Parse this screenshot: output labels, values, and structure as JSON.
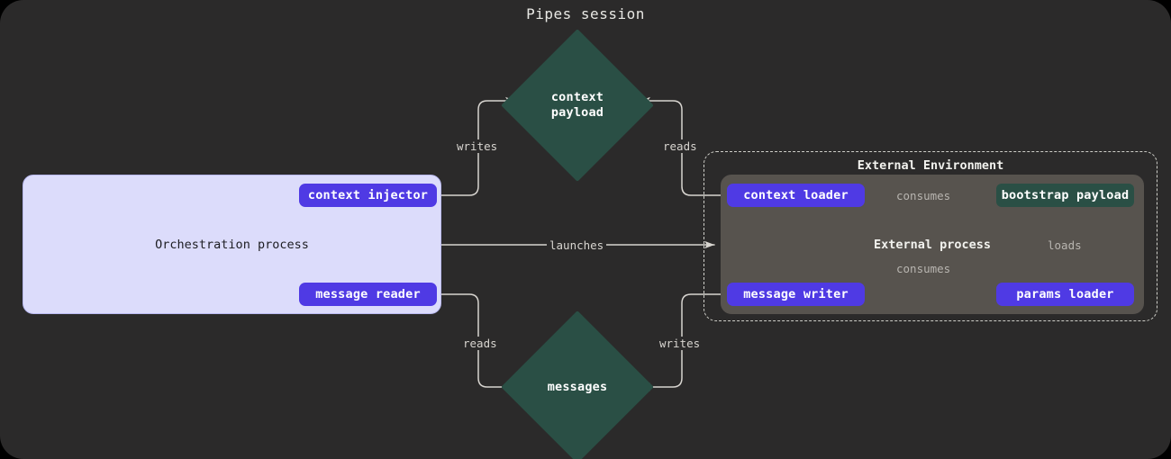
{
  "title": "Pipes session",
  "colors": {
    "page_background": "#2b2a2a",
    "orchestration_fill": "#dcdcfb",
    "external_process_fill": "#57534e",
    "node_purple": "#4f3ae4",
    "node_teal": "#2a4f45",
    "edge_stroke": "#d8d5d0",
    "edge_label": "#b8b5b0"
  },
  "clusters": {
    "orchestration": {
      "label": "Orchestration process"
    },
    "external_environment": {
      "label": "External Environment"
    },
    "external_process": {
      "label": "External process"
    }
  },
  "nodes": {
    "context_injector": {
      "label": "context injector",
      "shape": "pill"
    },
    "message_reader": {
      "label": "message reader",
      "shape": "pill"
    },
    "context_loader": {
      "label": "context loader",
      "shape": "pill"
    },
    "message_writer": {
      "label": "message writer",
      "shape": "pill"
    },
    "params_loader": {
      "label": "params loader",
      "shape": "pill"
    },
    "bootstrap_payload": {
      "label": "bootstrap payload",
      "shape": "slab"
    },
    "context_payload": {
      "label_line1": "context",
      "label_line2": "payload",
      "shape": "diamond"
    },
    "messages": {
      "label": "messages",
      "shape": "diamond"
    }
  },
  "edges": [
    {
      "id": "context-injector-writes",
      "label": "writes",
      "from": "context_injector",
      "to": "context_payload"
    },
    {
      "id": "context-loader-reads",
      "label": "reads",
      "from": "context_loader",
      "to": "context_payload"
    },
    {
      "id": "orchestration-launches",
      "label": "launches",
      "from": "orchestration_process",
      "to": "external_process"
    },
    {
      "id": "context-loader-consumes",
      "label": "consumes",
      "from": "context_loader",
      "to": "bootstrap_payload"
    },
    {
      "id": "message-writer-consumes",
      "label": "consumes",
      "from": "message_writer",
      "to": "bootstrap_payload"
    },
    {
      "id": "params-loader-loads",
      "label": "loads",
      "from": "params_loader",
      "to": "bootstrap_payload"
    },
    {
      "id": "message-reader-reads",
      "label": "reads",
      "from": "message_reader",
      "to": "messages"
    },
    {
      "id": "message-writer-writes",
      "label": "writes",
      "from": "message_writer",
      "to": "messages"
    }
  ]
}
